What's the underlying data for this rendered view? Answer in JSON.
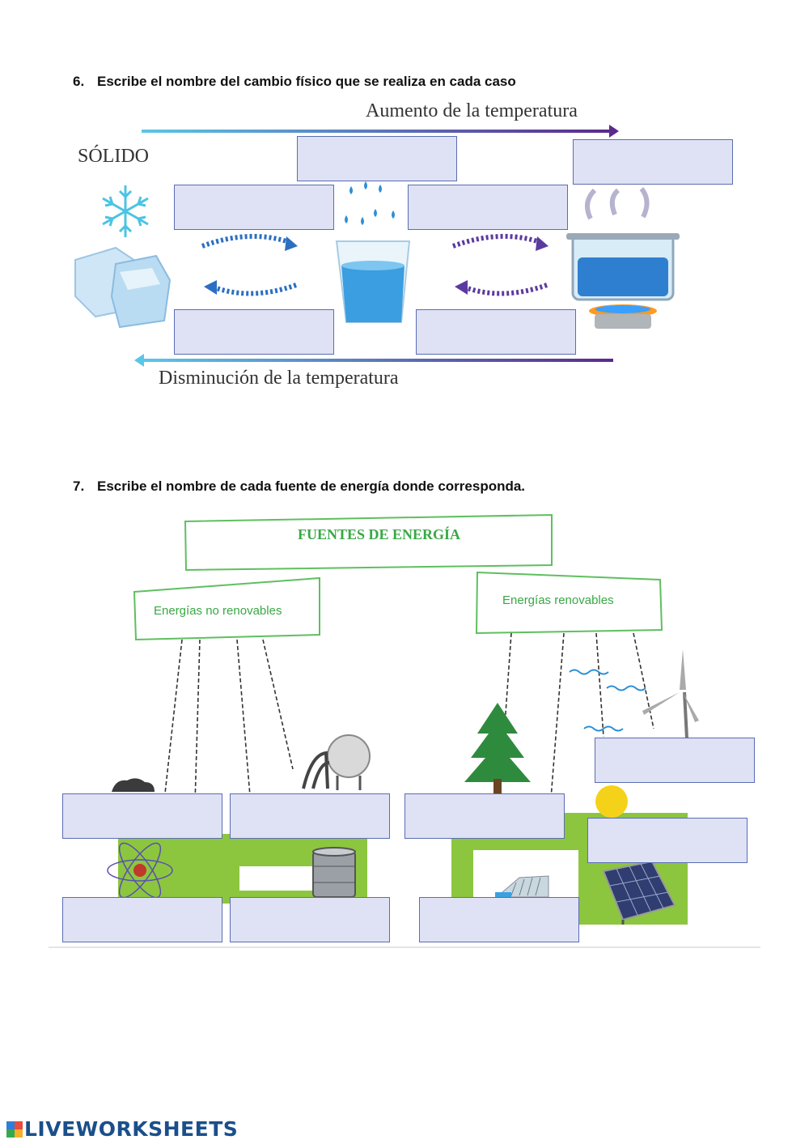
{
  "question6": {
    "number": "6.",
    "text": "Escribe el nombre del cambio físico que se realiza en cada caso"
  },
  "diagram1": {
    "top_arrow_label": "Aumento de la temperatura",
    "solid_label": "SÓLIDO",
    "bottom_arrow_label": "Disminución de la temperatura"
  },
  "question7": {
    "number": "7.",
    "text": "Escribe el nombre de cada fuente de energía donde corresponda."
  },
  "diagram2": {
    "title": "FUENTES DE ENERGÍA",
    "non_renewable": "Energías no renovables",
    "renewable": "Energías renovables"
  },
  "footer": {
    "brand": "LIVEWORKSHEETS"
  },
  "colors": {
    "answer_fill": "#dfe1f4",
    "answer_border": "#5a6db3",
    "green": "#39a845",
    "field_green": "#8cc63f"
  },
  "icons": [
    "snowflake-icon",
    "ice-cubes-icon",
    "water-glass-icon",
    "boiling-pot-icon",
    "coal-icon",
    "gas-tank-icon",
    "atom-icon",
    "oil-barrel-icon",
    "tree-icon",
    "wind-turbine-icon",
    "sun-icon",
    "solar-panel-icon",
    "dam-icon"
  ]
}
